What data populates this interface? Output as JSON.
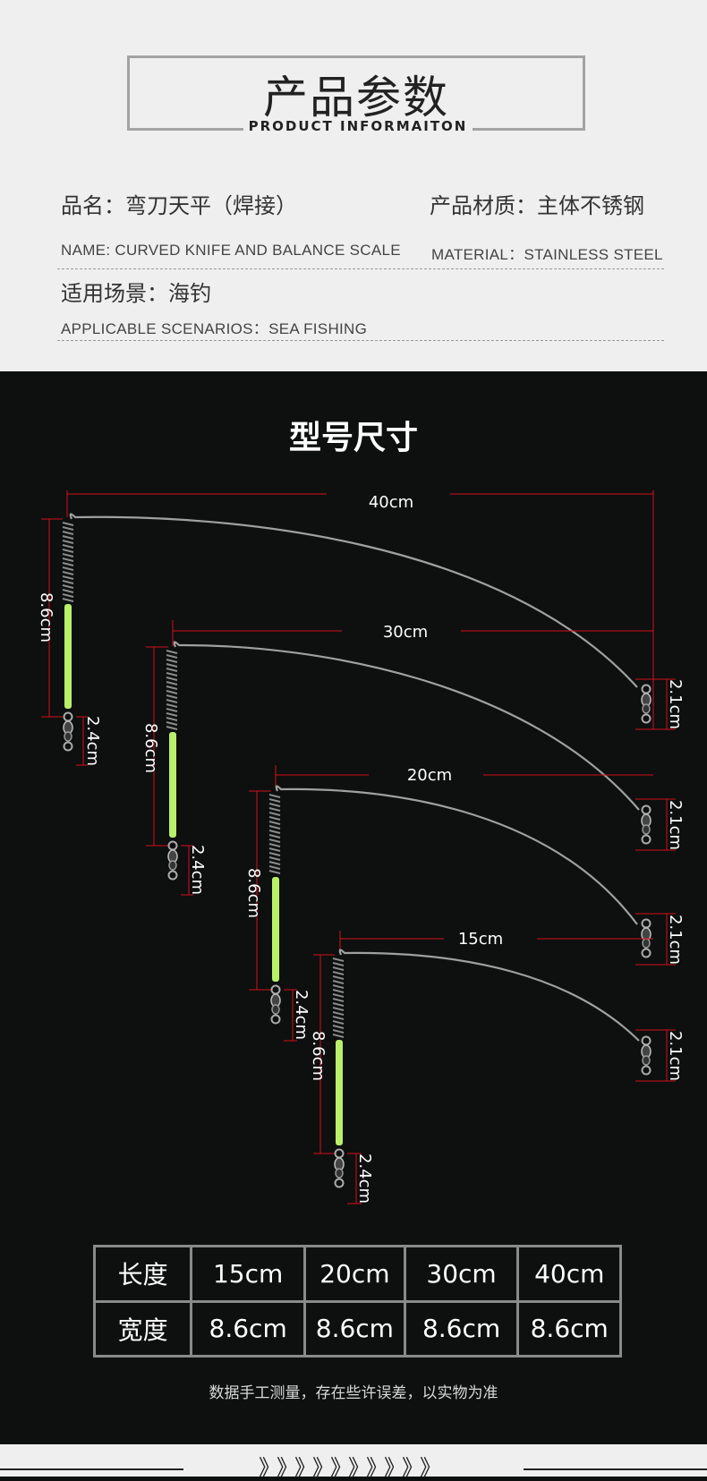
{
  "header": {
    "title_zh": "产品参数",
    "title_en": "PRODUCT INFORMAITON"
  },
  "params": {
    "name_zh": "品名：弯刀天平（焊接）",
    "material_zh": "产品材质：主体不锈钢",
    "name_en": "NAME: CURVED KNIFE AND BALANCE SCALE",
    "material_en": "MATERIAL：STAINLESS STEEL",
    "scene_zh": "适用场景：海钓",
    "scene_en": "APPLICABLE SCENARIOS：SEA FISHING"
  },
  "sizes": {
    "title": "型号尺寸",
    "items": [
      {
        "length": "40cm",
        "height": "8.6cm",
        "swivel": "2.4cm",
        "end": "2.1cm"
      },
      {
        "length": "30cm",
        "height": "8.6cm",
        "swivel": "2.4cm",
        "end": "2.1cm"
      },
      {
        "length": "20cm",
        "height": "8.6cm",
        "swivel": "2.4cm",
        "end": "2.1cm"
      },
      {
        "length": "15cm",
        "height": "8.6cm",
        "swivel": "2.4cm",
        "end": "2.1cm"
      }
    ]
  },
  "table": {
    "row1": [
      "长度",
      "15cm",
      "20cm",
      "30cm",
      "40cm"
    ],
    "row2": [
      "宽度",
      "8.6cm",
      "8.6cm",
      "8.6cm",
      "8.6cm"
    ]
  },
  "note": "数据手工测量，存在些许误差，以实物为准",
  "footer": {
    "arrows": "》》》》》》》》》》"
  },
  "colors": {
    "light_bg": "#efefef",
    "dark_bg": "#0e0f0f",
    "dim_line": "#d0111b",
    "glow": "#b8f06a",
    "wire": "#9a9a9a"
  }
}
